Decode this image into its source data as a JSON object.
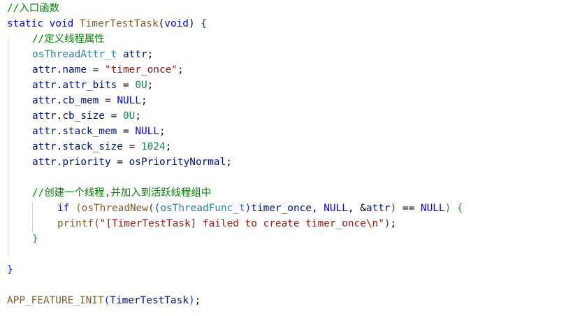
{
  "editor": {
    "colors": {
      "comment": "#008000",
      "keyword": "#0000ff",
      "type": "#267f99",
      "function": "#795e26",
      "string": "#a31515",
      "number": "#098658",
      "identifier": "#001080"
    },
    "lines": [
      {
        "indent": 0,
        "tokens": [
          {
            "t": "//入口函数",
            "k": "comment"
          }
        ]
      },
      {
        "indent": 0,
        "tokens": [
          {
            "t": "static",
            "k": "kw"
          },
          {
            "t": " ",
            "k": "punct"
          },
          {
            "t": "void",
            "k": "kw"
          },
          {
            "t": " ",
            "k": "punct"
          },
          {
            "t": "TimerTestTask",
            "k": "func"
          },
          {
            "t": "(",
            "k": "punct"
          },
          {
            "t": "void",
            "k": "kw"
          },
          {
            "t": ") ",
            "k": "punct"
          },
          {
            "t": "{",
            "k": "brace1"
          }
        ]
      },
      {
        "indent": 1,
        "tokens": [
          {
            "t": "//定义线程属性",
            "k": "comment"
          }
        ]
      },
      {
        "indent": 1,
        "tokens": [
          {
            "t": "osThreadAttr_t",
            "k": "type"
          },
          {
            "t": " ",
            "k": "punct"
          },
          {
            "t": "attr",
            "k": "plain"
          },
          {
            "t": ";",
            "k": "punct"
          }
        ]
      },
      {
        "indent": 1,
        "tokens": [
          {
            "t": "attr",
            "k": "plain"
          },
          {
            "t": ".",
            "k": "punct"
          },
          {
            "t": "name",
            "k": "plain"
          },
          {
            "t": " = ",
            "k": "punct"
          },
          {
            "t": "\"timer_once\"",
            "k": "str"
          },
          {
            "t": ";",
            "k": "punct"
          }
        ]
      },
      {
        "indent": 1,
        "tokens": [
          {
            "t": "attr",
            "k": "plain"
          },
          {
            "t": ".",
            "k": "punct"
          },
          {
            "t": "attr_bits",
            "k": "plain"
          },
          {
            "t": " = ",
            "k": "punct"
          },
          {
            "t": "0U",
            "k": "num"
          },
          {
            "t": ";",
            "k": "punct"
          }
        ]
      },
      {
        "indent": 1,
        "tokens": [
          {
            "t": "attr",
            "k": "plain"
          },
          {
            "t": ".",
            "k": "punct"
          },
          {
            "t": "cb_mem",
            "k": "plain"
          },
          {
            "t": " = ",
            "k": "punct"
          },
          {
            "t": "NULL",
            "k": "kw"
          },
          {
            "t": ";",
            "k": "punct"
          }
        ]
      },
      {
        "indent": 1,
        "tokens": [
          {
            "t": "attr",
            "k": "plain"
          },
          {
            "t": ".",
            "k": "punct"
          },
          {
            "t": "cb_size",
            "k": "plain"
          },
          {
            "t": " = ",
            "k": "punct"
          },
          {
            "t": "0U",
            "k": "num"
          },
          {
            "t": ";",
            "k": "punct"
          }
        ]
      },
      {
        "indent": 1,
        "tokens": [
          {
            "t": "attr",
            "k": "plain"
          },
          {
            "t": ".",
            "k": "punct"
          },
          {
            "t": "stack_mem",
            "k": "plain"
          },
          {
            "t": " = ",
            "k": "punct"
          },
          {
            "t": "NULL",
            "k": "kw"
          },
          {
            "t": ";",
            "k": "punct"
          }
        ]
      },
      {
        "indent": 1,
        "tokens": [
          {
            "t": "attr",
            "k": "plain"
          },
          {
            "t": ".",
            "k": "punct"
          },
          {
            "t": "stack_size",
            "k": "plain"
          },
          {
            "t": " = ",
            "k": "punct"
          },
          {
            "t": "1024",
            "k": "num"
          },
          {
            "t": ";",
            "k": "punct"
          }
        ]
      },
      {
        "indent": 1,
        "tokens": [
          {
            "t": "attr",
            "k": "plain"
          },
          {
            "t": ".",
            "k": "punct"
          },
          {
            "t": "priority",
            "k": "plain"
          },
          {
            "t": " = ",
            "k": "punct"
          },
          {
            "t": "osPriorityNormal",
            "k": "plain"
          },
          {
            "t": ";",
            "k": "punct"
          }
        ]
      },
      {
        "indent": 0,
        "tokens": []
      },
      {
        "indent": 1,
        "tokens": [
          {
            "t": "//创建一个线程,并加入到活跃线程组中",
            "k": "comment"
          }
        ]
      },
      {
        "indent": 2,
        "tokens": [
          {
            "t": "if",
            "k": "kw"
          },
          {
            "t": " ",
            "k": "punct"
          },
          {
            "t": "(",
            "k": "brace2"
          },
          {
            "t": "osThreadNew",
            "k": "func"
          },
          {
            "t": "(",
            "k": "brace3"
          },
          {
            "t": "(",
            "k": "brace1"
          },
          {
            "t": "osThreadFunc_t",
            "k": "type"
          },
          {
            "t": ")",
            "k": "brace1"
          },
          {
            "t": "timer_once",
            "k": "plain"
          },
          {
            "t": ", ",
            "k": "punct"
          },
          {
            "t": "NULL",
            "k": "kw"
          },
          {
            "t": ", &",
            "k": "punct"
          },
          {
            "t": "attr",
            "k": "plain"
          },
          {
            "t": ")",
            "k": "brace3"
          },
          {
            "t": " == ",
            "k": "punct"
          },
          {
            "t": "NULL",
            "k": "kw"
          },
          {
            "t": ")",
            "k": "brace2"
          },
          {
            "t": " ",
            "k": "punct"
          },
          {
            "t": "{",
            "k": "brace2"
          }
        ]
      },
      {
        "indent": 2,
        "tokens": [
          {
            "t": "printf",
            "k": "func"
          },
          {
            "t": "(",
            "k": "brace3"
          },
          {
            "t": "\"[TimerTestTask] failed to create timer_once\\n\"",
            "k": "str"
          },
          {
            "t": ")",
            "k": "brace3"
          },
          {
            "t": ";",
            "k": "punct"
          }
        ]
      },
      {
        "indent": 1,
        "tokens": [
          {
            "t": "}",
            "k": "brace2"
          }
        ]
      },
      {
        "indent": 0,
        "tokens": []
      },
      {
        "indent": 0,
        "tokens": [
          {
            "t": "}",
            "k": "brace1"
          }
        ]
      },
      {
        "indent": 0,
        "tokens": []
      },
      {
        "indent": 0,
        "tokens": [
          {
            "t": "APP_FEATURE_INIT",
            "k": "func"
          },
          {
            "t": "(",
            "k": "brace1"
          },
          {
            "t": "TimerTestTask",
            "k": "plain"
          },
          {
            "t": ")",
            "k": "brace1"
          },
          {
            "t": ";",
            "k": "punct"
          }
        ]
      }
    ]
  }
}
